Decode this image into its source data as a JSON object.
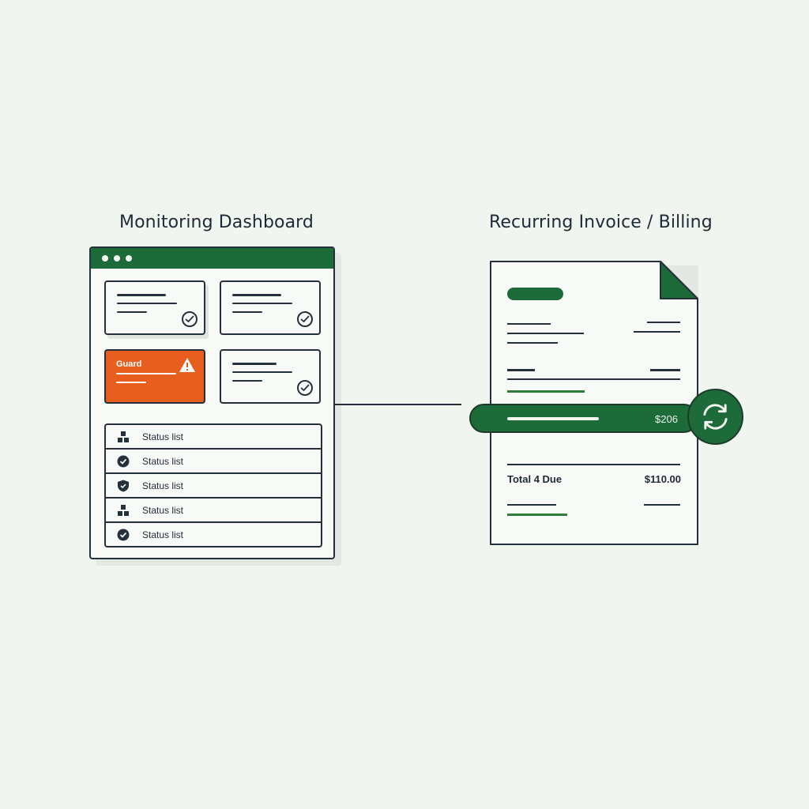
{
  "left_panel": {
    "title": "Monitoring Dashboard",
    "alert_card": {
      "label": "Guard"
    },
    "status_rows": [
      {
        "icon": "user-icon",
        "label": "Status list"
      },
      {
        "icon": "check-circle-icon",
        "label": "Status list"
      },
      {
        "icon": "shield-icon",
        "label": "Status list"
      },
      {
        "icon": "user-icon",
        "label": "Status list"
      },
      {
        "icon": "check-circle-icon",
        "label": "Status list"
      }
    ]
  },
  "right_panel": {
    "title": "Recurring Invoice / Billing",
    "highlight_amount": "$206",
    "total_label": "Total 4 Due",
    "total_amount": "$110.00"
  },
  "colors": {
    "accent_green": "#1e6b3a",
    "alert_orange": "#e85e1f",
    "ink": "#24303c",
    "background": "#f1f5ef"
  }
}
